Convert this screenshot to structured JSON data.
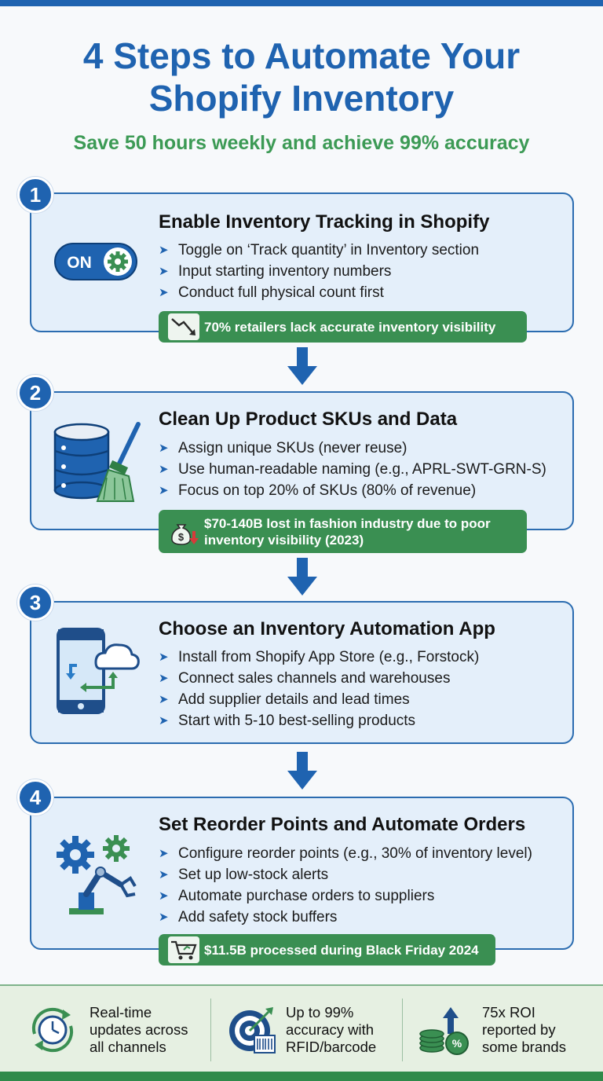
{
  "header": {
    "title_line1": "4 Steps to Automate Your",
    "title_line2": "Shopify Inventory",
    "subtitle": "Save 50 hours weekly and achieve 99% accuracy"
  },
  "steps": [
    {
      "number": "1",
      "title": "Enable Inventory Tracking in Shopify",
      "toggle_label": "ON",
      "bullets": [
        "Toggle on ‘Track quantity’ in Inventory section",
        "Input starting inventory numbers",
        "Conduct full physical count first"
      ],
      "stat": "70% retailers lack accurate inventory visibility"
    },
    {
      "number": "2",
      "title": "Clean Up Product SKUs and Data",
      "bullets": [
        "Assign unique SKUs (never reuse)",
        "Use human-readable naming (e.g., APRL-SWT-GRN-S)",
        "Focus on top 20% of SKUs (80% of revenue)"
      ],
      "stat_line1": "$70-140B lost in fashion industry due to poor",
      "stat_line2": "inventory visibility (2023)"
    },
    {
      "number": "3",
      "title": "Choose an Inventory Automation App",
      "bullets": [
        "Install from Shopify App Store (e.g., Forstock)",
        "Connect sales channels and warehouses",
        "Add supplier details and lead times",
        "Start with 5-10 best-selling products"
      ]
    },
    {
      "number": "4",
      "title": "Set Reorder Points and Automate Orders",
      "bullets": [
        "Configure reorder points (e.g., 30% of inventory level)",
        "Set up low-stock alerts",
        "Automate purchase orders to suppliers",
        "Add safety stock buffers"
      ],
      "stat": "$11.5B processed during Black Friday 2024"
    }
  ],
  "footer": {
    "items": [
      {
        "line1": "Real-time",
        "line2": "updates across",
        "line3": "all channels"
      },
      {
        "line1": "Up to 99%",
        "line2": "accuracy with",
        "line3": "RFID/barcode"
      },
      {
        "line1": "75x ROI",
        "line2": "reported by",
        "line3": "some brands"
      }
    ]
  },
  "colors": {
    "primary_blue": "#1f63b0",
    "accent_green": "#3a8f52",
    "card_bg": "#e4effa",
    "footer_bg": "#e6f0e2"
  },
  "icons": {
    "step1": "toggle-on-gear-icon",
    "step1_stat": "trend-down-icon",
    "step2": "database-broom-icon",
    "step2_stat": "money-bag-down-icon",
    "step3": "phone-cloud-sync-icon",
    "step4": "gears-robot-arm-icon",
    "step4_stat": "shopping-cart-icon",
    "footer1": "clock-refresh-icon",
    "footer2": "target-barcode-icon",
    "footer3": "coins-growth-icon"
  }
}
